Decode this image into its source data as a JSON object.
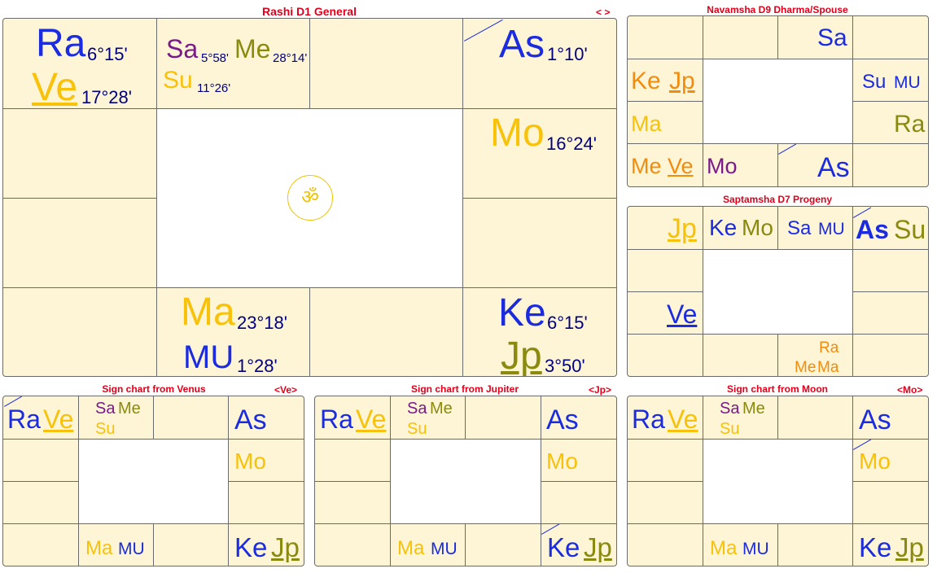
{
  "titles": {
    "d1": "Rashi D1 General",
    "d1_nav": "< >",
    "d9": "Navamsha D9 Dharma/Spouse",
    "d7": "Saptamsha D7 Progeny",
    "venus": "Sign chart from Venus",
    "venus_nav": "<Ve>",
    "jupiter": "Sign chart from Jupiter",
    "jupiter_nav": "<Jp>",
    "moon": "Sign chart from Moon",
    "moon_nav": "<Mo>"
  },
  "d1": {
    "om": "ॐ",
    "ra": "Ra",
    "ra_deg": "6°15'",
    "ve": "Ve",
    "ve_deg": "17°28'",
    "sa": "Sa",
    "sa_deg": "5°58'",
    "me": "Me",
    "me_deg": "28°14'",
    "su": "Su",
    "su_deg": "11°26'",
    "as": "As",
    "as_deg": "1°10'",
    "mo": "Mo",
    "mo_deg": "16°24'",
    "ma": "Ma",
    "ma_deg": "23°18'",
    "mu": "MU",
    "mu_deg": "1°28'",
    "ke": "Ke",
    "ke_deg": "6°15'",
    "jp": "Jp",
    "jp_deg": "3°50'"
  },
  "d9": {
    "sa": "Sa",
    "ke": "Ke",
    "jp": "Jp",
    "su": "Su",
    "mu": "MU",
    "ma": "Ma",
    "ra": "Ra",
    "me": "Me",
    "ve": "Ve",
    "mo": "Mo",
    "as": "As"
  },
  "d7": {
    "jp": "Jp",
    "ke": "Ke",
    "mo": "Mo",
    "sa": "Sa",
    "mu": "MU",
    "as": "As",
    "su": "Su",
    "ve": "Ve",
    "ra": "Ra",
    "me": "Me",
    "ma": "Ma"
  },
  "sign_venus": {
    "ra": "Ra",
    "ve": "Ve",
    "sa": "Sa",
    "me": "Me",
    "su": "Su",
    "as": "As",
    "mo": "Mo",
    "ma": "Ma",
    "mu": "MU",
    "ke": "Ke",
    "jp": "Jp"
  },
  "sign_jupiter": {
    "ra": "Ra",
    "ve": "Ve",
    "sa": "Sa",
    "me": "Me",
    "su": "Su",
    "as": "As",
    "mo": "Mo",
    "ma": "Ma",
    "mu": "MU",
    "ke": "Ke",
    "jp": "Jp"
  },
  "sign_moon": {
    "ra": "Ra",
    "ve": "Ve",
    "sa": "Sa",
    "me": "Me",
    "su": "Su",
    "as": "As",
    "mo": "Mo",
    "ma": "Ma",
    "mu": "MU",
    "ke": "Ke",
    "jp": "Jp"
  },
  "colors": {
    "title": "#e0001b",
    "chart_bg": "#fdf5d6",
    "blue": "#1a2be0",
    "navy": "#000080",
    "yellow": "#f8c10a",
    "olive": "#8a8a10",
    "purple": "#7a1a8a",
    "orange": "#f28c0e"
  }
}
